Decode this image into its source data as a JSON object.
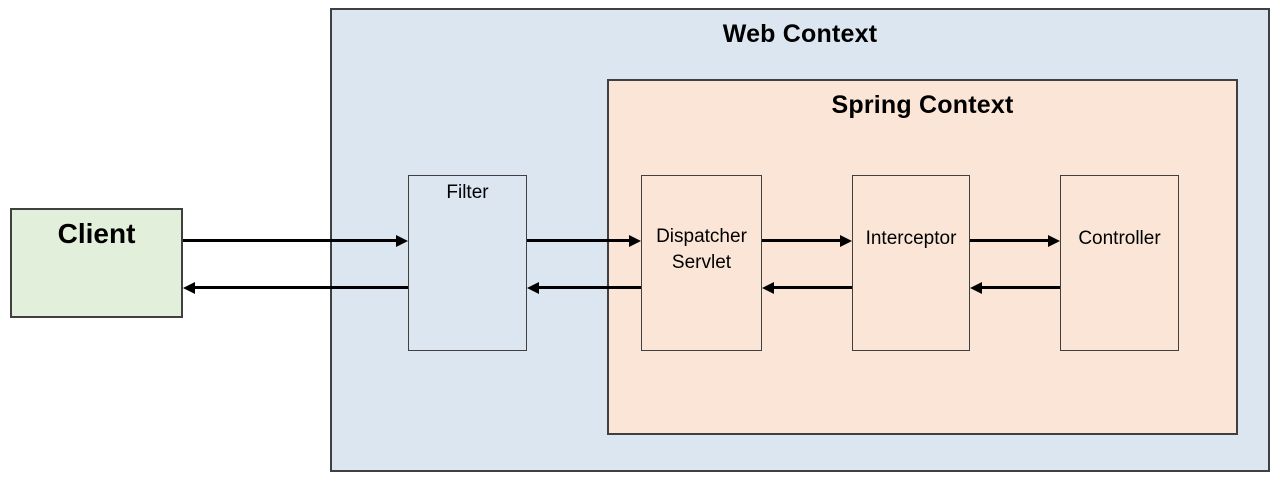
{
  "diagram": {
    "client": {
      "label": "Client",
      "fill": "#e2efda"
    },
    "web_context": {
      "title": "Web Context",
      "fill": "#dce6f1"
    },
    "spring_context": {
      "title": "Spring Context",
      "fill": "#fbe5d6"
    },
    "components": {
      "filter": {
        "label": "Filter",
        "fill": "#dce6f1"
      },
      "dispatcher_servlet": {
        "label": "Dispatcher Servlet",
        "fill": "#fbe5d6"
      },
      "interceptor": {
        "label": "Interceptor",
        "fill": "#fbe5d6"
      },
      "controller": {
        "label": "Controller",
        "fill": "#fbe5d6"
      }
    },
    "flows": {
      "request": [
        "Client → Filter",
        "Filter → Dispatcher Servlet",
        "Dispatcher Servlet → Interceptor",
        "Interceptor → Controller"
      ],
      "response": [
        "Controller → Interceptor",
        "Interceptor → Dispatcher Servlet",
        "Dispatcher Servlet → Filter",
        "Filter → Client"
      ]
    },
    "colors": {
      "border": "#404040",
      "arrow": "#000000",
      "text": "#000000",
      "background": "#ffffff"
    }
  }
}
